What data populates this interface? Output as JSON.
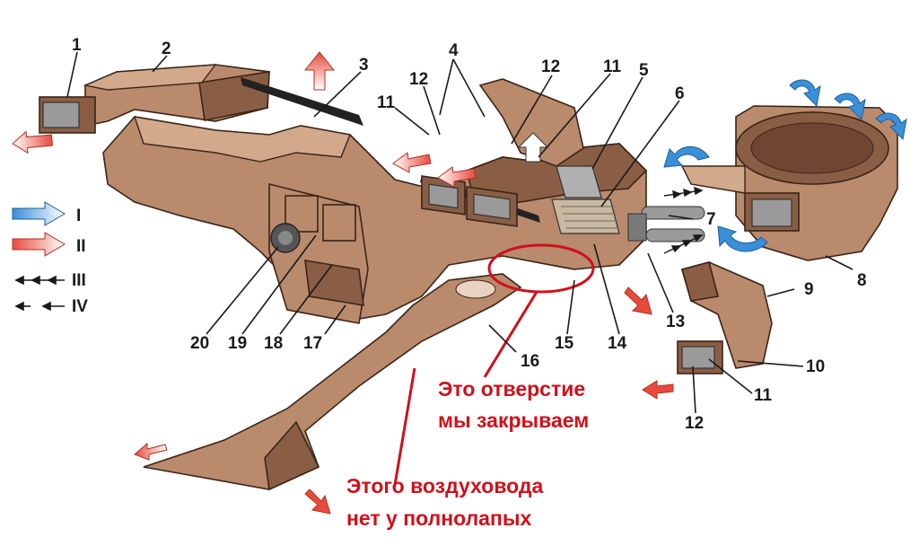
{
  "callouts": [
    {
      "id": "c1",
      "text": "1"
    },
    {
      "id": "c2",
      "text": "2"
    },
    {
      "id": "c3",
      "text": "3"
    },
    {
      "id": "c4",
      "text": "4"
    },
    {
      "id": "c5",
      "text": "5"
    },
    {
      "id": "c6",
      "text": "6"
    },
    {
      "id": "c7",
      "text": "7"
    },
    {
      "id": "c8",
      "text": "8"
    },
    {
      "id": "c9",
      "text": "9"
    },
    {
      "id": "c10",
      "text": "10"
    },
    {
      "id": "c11a",
      "text": "11"
    },
    {
      "id": "c11b",
      "text": "11"
    },
    {
      "id": "c11c",
      "text": "11"
    },
    {
      "id": "c12a",
      "text": "12"
    },
    {
      "id": "c12b",
      "text": "12"
    },
    {
      "id": "c12c",
      "text": "12"
    },
    {
      "id": "c13",
      "text": "13"
    },
    {
      "id": "c14",
      "text": "14"
    },
    {
      "id": "c15",
      "text": "15"
    },
    {
      "id": "c16",
      "text": "16"
    },
    {
      "id": "c17",
      "text": "17"
    },
    {
      "id": "c18",
      "text": "18"
    },
    {
      "id": "c19",
      "text": "19"
    },
    {
      "id": "c20",
      "text": "20"
    }
  ],
  "legend": {
    "i": "I",
    "ii": "II",
    "iii": "III",
    "iv": "IV"
  },
  "notes": {
    "hole_line1": "Это отверстие",
    "hole_line2": "мы закрываем",
    "duct_line1": "Этого воздуховода",
    "duct_line2": "нет у полнолапых"
  },
  "colors": {
    "cold_arrow": "#3a8fd8",
    "hot_arrow": "#e84a3c",
    "annotation_red": "#d0101a",
    "duct_brown": "#b98a6c"
  }
}
